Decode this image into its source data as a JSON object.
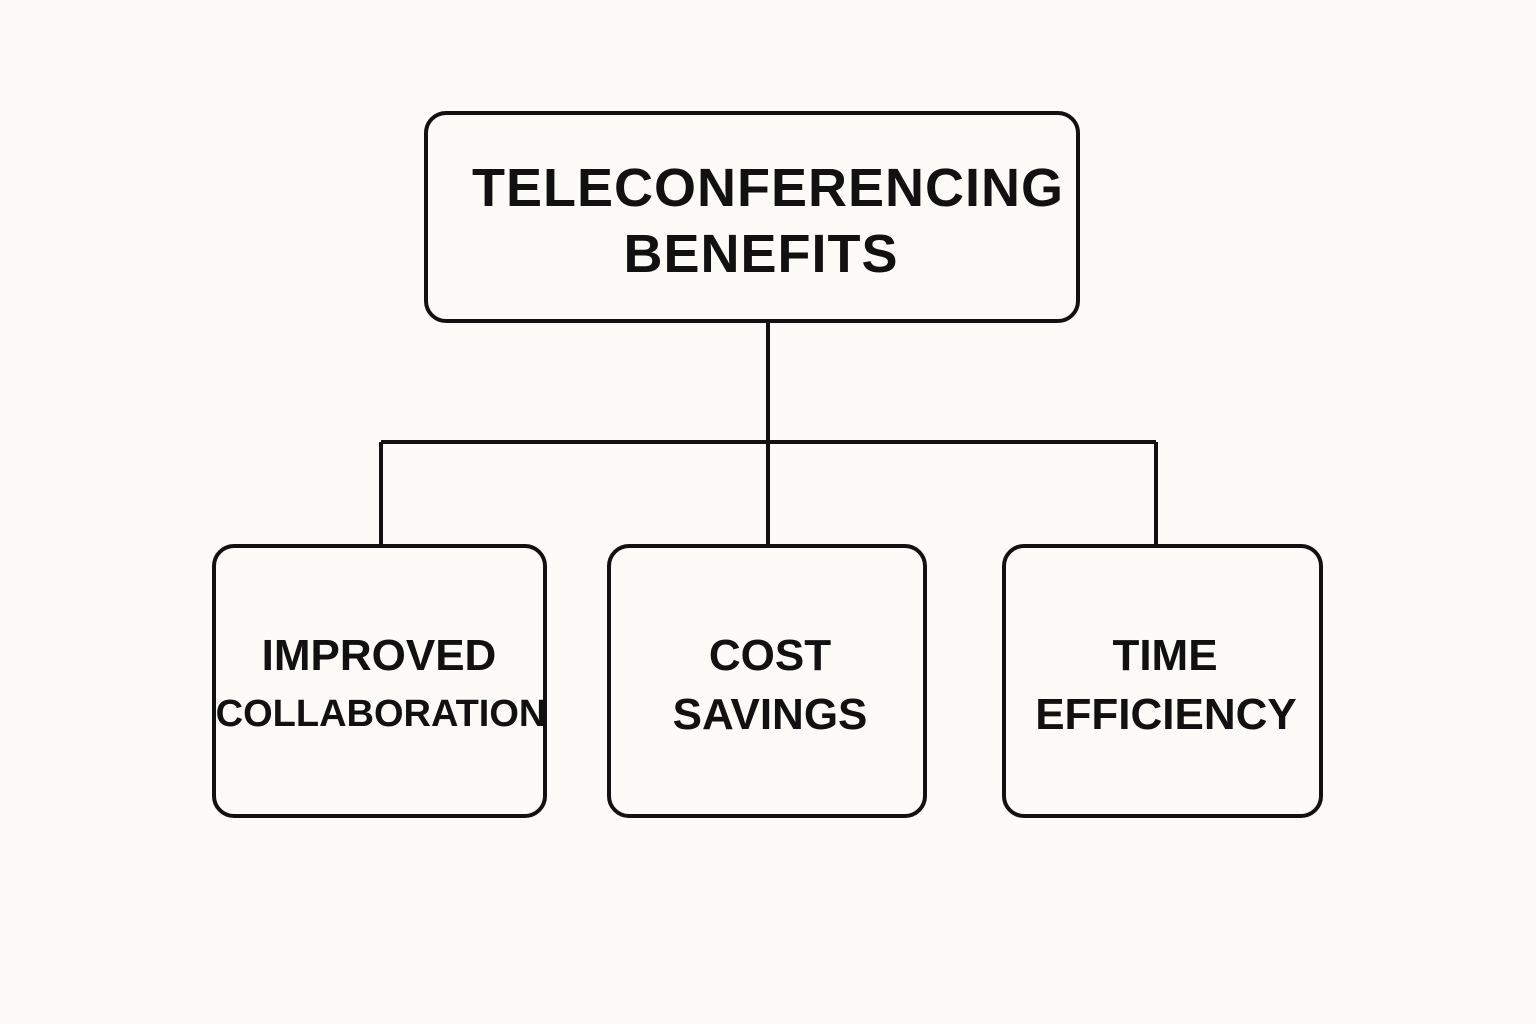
{
  "diagram": {
    "root": {
      "line1": "TELECONFERENCING",
      "line2": "BENEFITS"
    },
    "children": [
      {
        "line1": "IMPROVED",
        "line2": "COLLABORATION"
      },
      {
        "line1": "COST",
        "line2": "SAVINGS"
      },
      {
        "line1": "TIME",
        "line2": "EFFICIENCY"
      }
    ]
  }
}
